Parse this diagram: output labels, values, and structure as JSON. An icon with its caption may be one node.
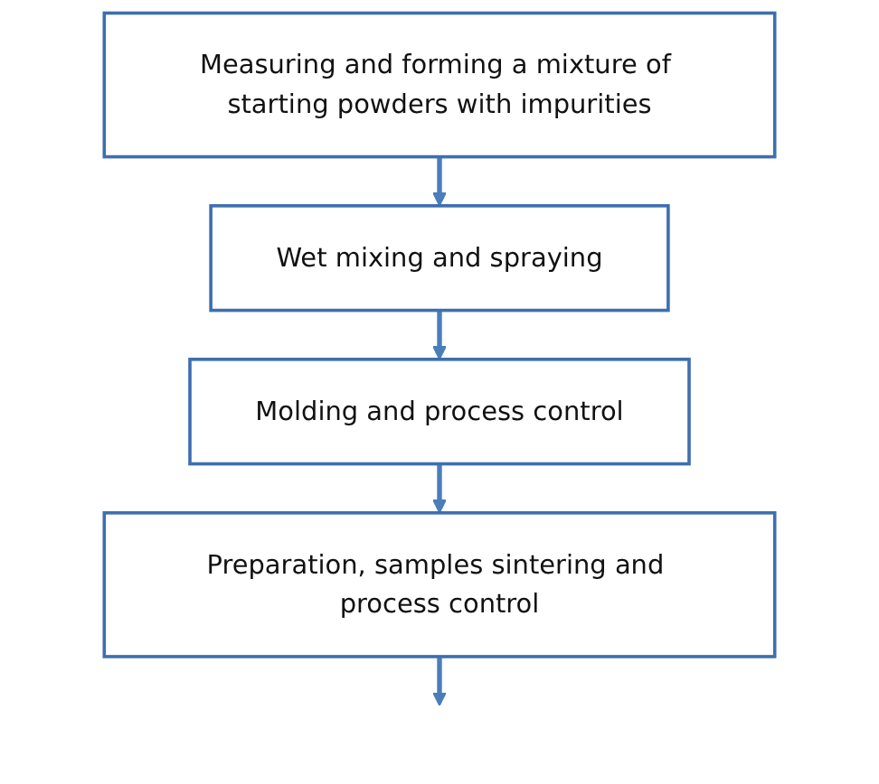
{
  "diagram": {
    "nodes": [
      {
        "text": [
          "Measuring and forming a mixture of starting powders with impurities"
        ]
      },
      {
        "text": [
          "Wet mixing and spraying"
        ]
      },
      {
        "text": [
          "Molding and process control"
        ]
      },
      {
        "text": [
          "Preparation, samples sintering and process control"
        ]
      }
    ],
    "edges": [
      {
        "from": 0,
        "to": 1,
        "arrow": "to"
      },
      {
        "from": 1,
        "to": 2,
        "arrow": "to"
      },
      {
        "from": 2,
        "to": 3,
        "arrow": "to"
      },
      {
        "from": 3,
        "to": null,
        "arrow": "to"
      }
    ]
  }
}
